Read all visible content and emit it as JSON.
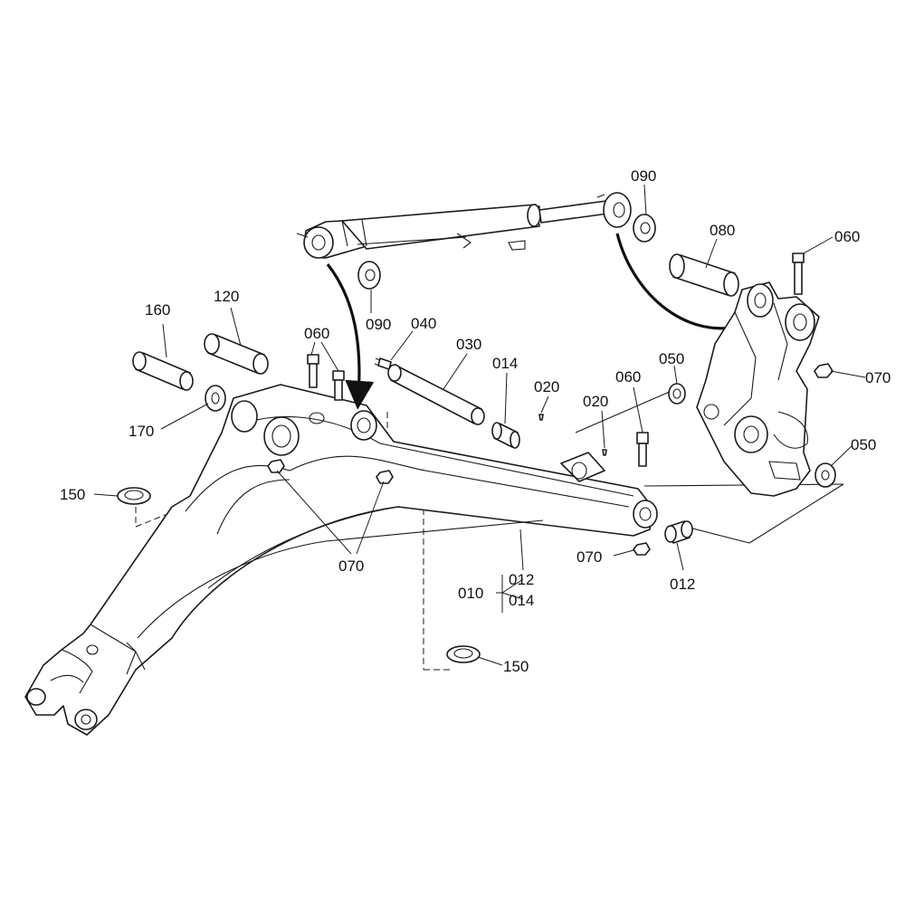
{
  "callouts": {
    "p090a": "090",
    "p090b": "090",
    "p080": "080",
    "p060a": "060",
    "p060b": "060",
    "p060c": "060",
    "p040": "040",
    "p030": "030",
    "p014": "014",
    "p020a": "020",
    "p020b": "020",
    "p050a": "050",
    "p050b": "050",
    "p070a": "070",
    "p070b": "070",
    "p070c": "070",
    "p160": "160",
    "p120": "120",
    "p170": "170",
    "p150a": "150",
    "p150b": "150",
    "p010": "010",
    "p012a": "012",
    "p012b": "012",
    "p014b": "014"
  }
}
